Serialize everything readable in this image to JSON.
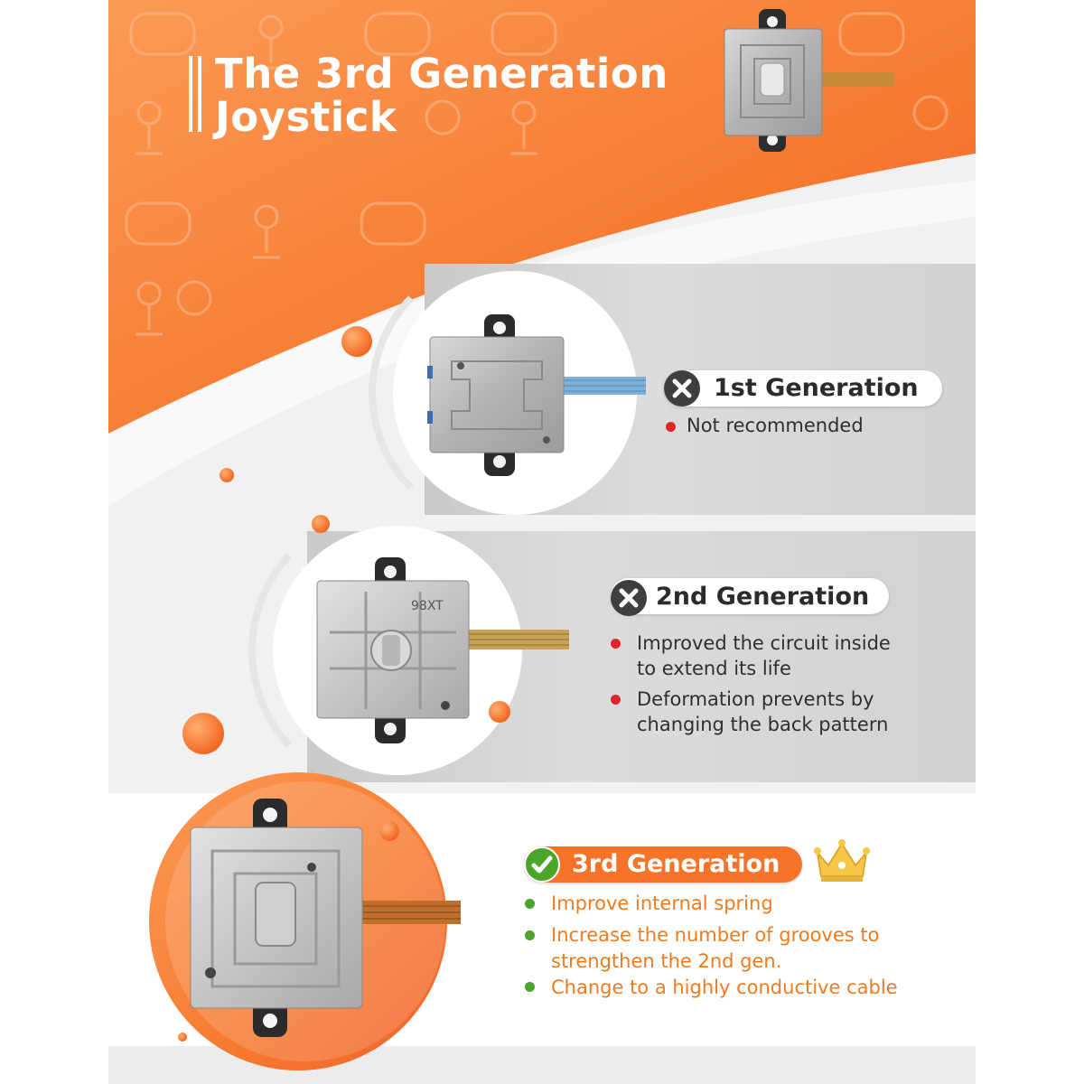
{
  "title": {
    "line1": "The 3rd Generation",
    "line2": "Joystick"
  },
  "colors": {
    "orange": "#f6742a",
    "orange_light": "#fb9a4e",
    "gray_panel": "#d7d7d7",
    "red_bullet": "#e0242c",
    "green": "#4aa52a",
    "dark_icon": "#3e3e3e"
  },
  "gen1": {
    "label": "1st Generation",
    "status_icon": "x-icon",
    "bullets": [
      "Not recommended"
    ]
  },
  "gen2": {
    "label": "2nd Generation",
    "status_icon": "x-icon",
    "chip_marking": "98XT",
    "bullets": [
      {
        "line1": "Improved the circuit inside",
        "line2": "to extend its life"
      },
      {
        "line1": "Deformation prevents by",
        "line2": "changing the back pattern"
      }
    ]
  },
  "gen3": {
    "label": "3rd Generation",
    "status_icon": "check-icon",
    "badge_icon": "crown-icon",
    "bullets": [
      {
        "line1": "Improve internal spring"
      },
      {
        "line1": "Increase the number of grooves to",
        "line2": "strengthen the 2nd gen."
      },
      {
        "line1": "Change to a highly conductive cable"
      }
    ]
  }
}
